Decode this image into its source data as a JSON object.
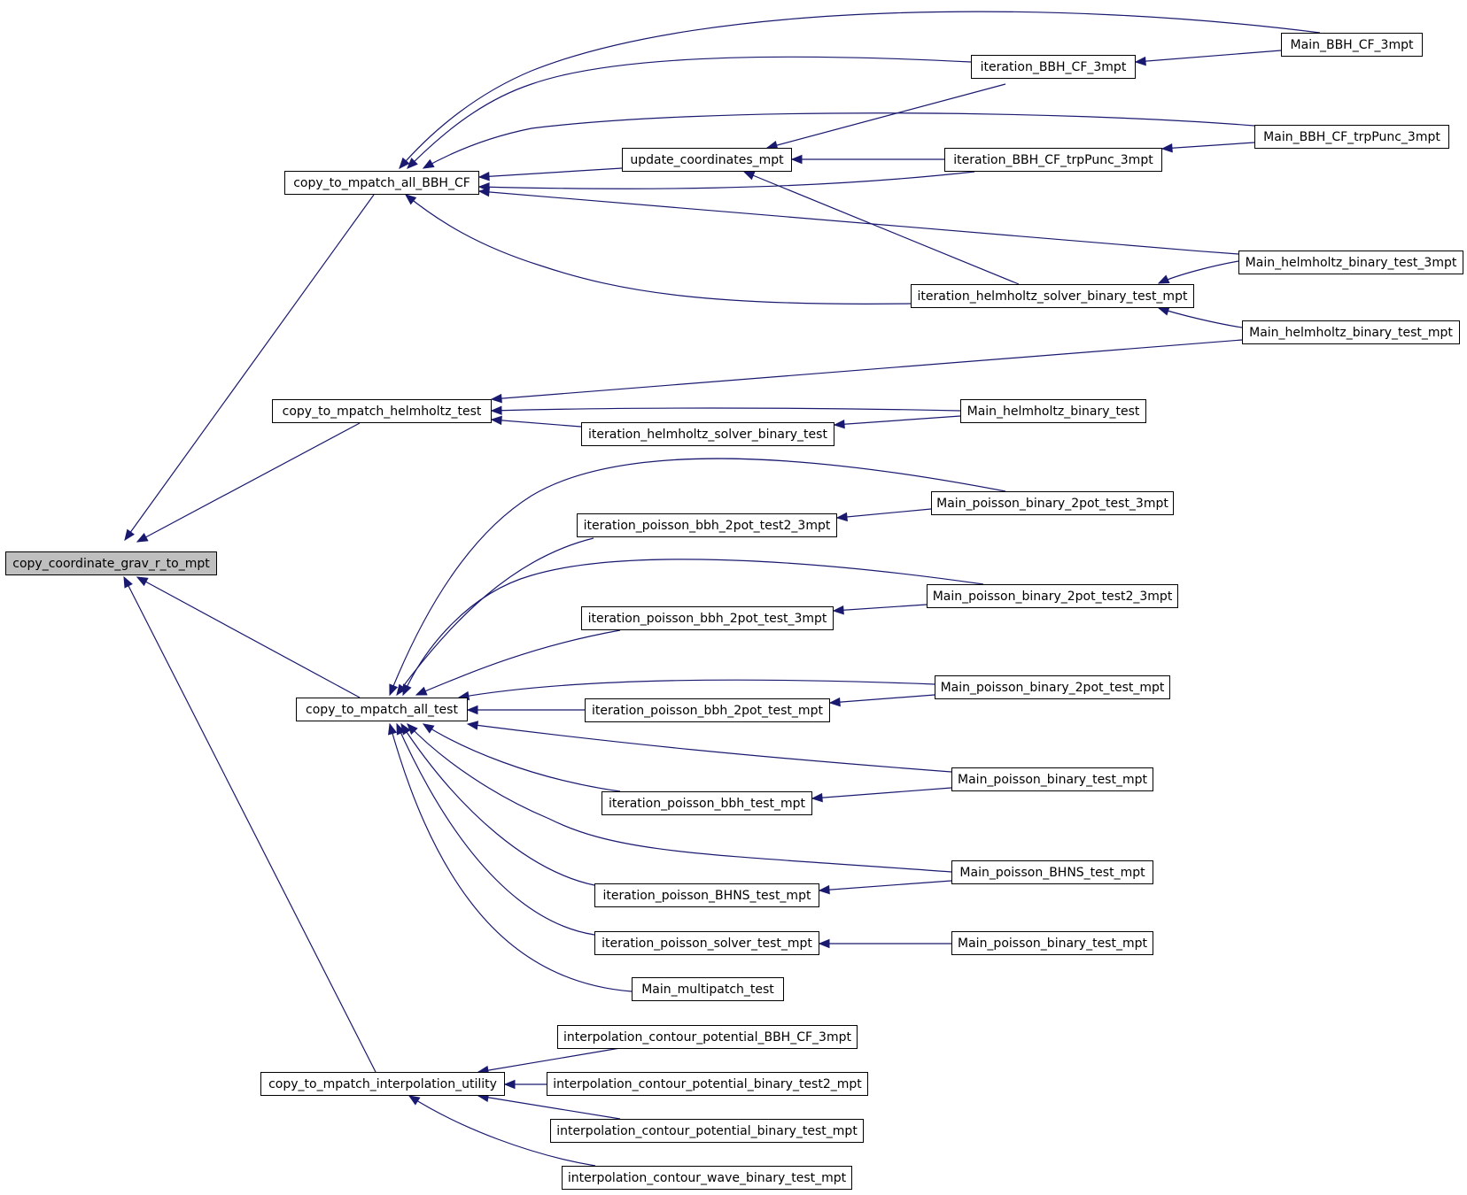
{
  "graph": {
    "root": "copy_coordinate_grav_r_to_mpt",
    "nodes": {
      "root": "copy_coordinate_grav_r_to_mpt",
      "bbh_cf": "copy_to_mpatch_all_BBH_CF",
      "helm": "copy_to_mpatch_helmholtz_test",
      "alltest": "copy_to_mpatch_all_test",
      "interp": "copy_to_mpatch_interpolation_utility",
      "upd": "update_coordinates_mpt",
      "it_bbh_cf": "iteration_BBH_CF_3mpt",
      "it_trp": "iteration_BBH_CF_trpPunc_3mpt",
      "it_helm_mpt": "iteration_helmholtz_solver_binary_test_mpt",
      "main_bbh_cf": "Main_BBH_CF_3mpt",
      "main_trp": "Main_BBH_CF_trpPunc_3mpt",
      "main_helm_3": "Main_helmholtz_binary_test_3mpt",
      "main_helm_mpt": "Main_helmholtz_binary_test_mpt",
      "main_helm": "Main_helmholtz_binary_test",
      "it_helm": "iteration_helmholtz_solver_binary_test",
      "it_p2t2": "iteration_poisson_bbh_2pot_test2_3mpt",
      "main_p2t": "Main_poisson_binary_2pot_test_3mpt",
      "main_p2t2": "Main_poisson_binary_2pot_test2_3mpt",
      "it_p2t3": "iteration_poisson_bbh_2pot_test_3mpt",
      "main_p2tm": "Main_poisson_binary_2pot_test_mpt",
      "it_p2tm": "iteration_poisson_bbh_2pot_test_mpt",
      "main_pbt": "Main_poisson_binary_test_mpt",
      "it_pbt": "iteration_poisson_bbh_test_mpt",
      "main_bhns": "Main_poisson_BHNS_test_mpt",
      "it_bhns": "iteration_poisson_BHNS_test_mpt",
      "it_solver": "iteration_poisson_solver_test_mpt",
      "main_pbt2": "Main_poisson_binary_test_mpt",
      "main_multi": "Main_multipatch_test",
      "ic_bbh": "interpolation_contour_potential_BBH_CF_3mpt",
      "ic_bt2": "interpolation_contour_potential_binary_test2_mpt",
      "ic_bt": "interpolation_contour_potential_binary_test_mpt",
      "ic_wave": "interpolation_contour_wave_binary_test_mpt"
    },
    "colors": {
      "edge": "#191970",
      "root_fill": "#bfbfbf",
      "node_fill": "#ffffff",
      "node_border": "#000000"
    }
  }
}
